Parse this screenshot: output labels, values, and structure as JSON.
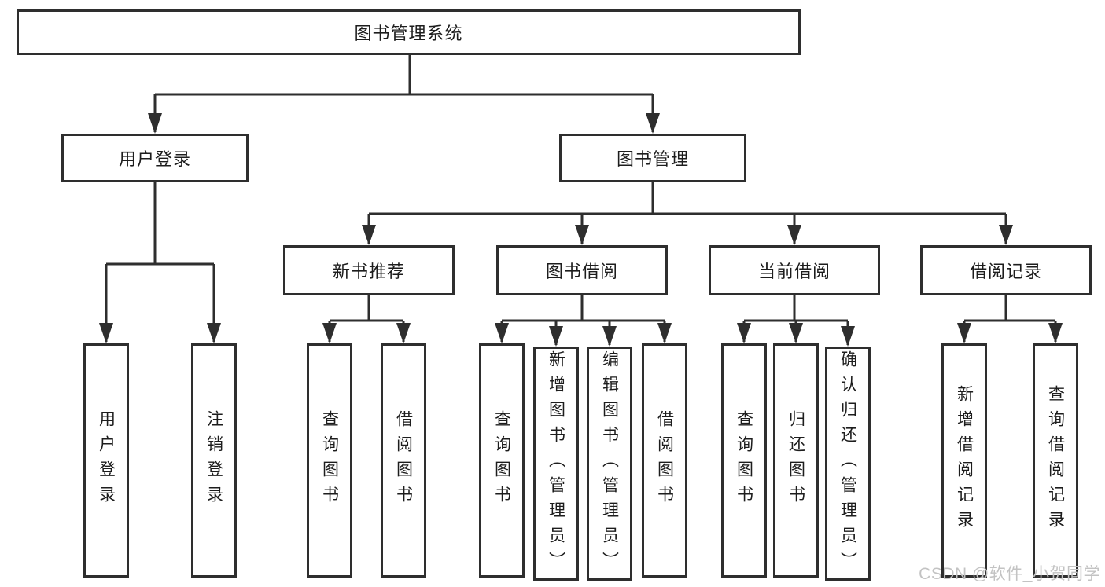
{
  "diagram": {
    "root": {
      "label": "图书管理系统"
    },
    "level2": [
      {
        "label": "用户登录"
      },
      {
        "label": "图书管理"
      }
    ],
    "level3": [
      {
        "label": "新书推荐"
      },
      {
        "label": "图书借阅"
      },
      {
        "label": "当前借阅"
      },
      {
        "label": "借阅记录"
      }
    ],
    "leaves": {
      "user_login": [
        {
          "label": "用户登录"
        },
        {
          "label": "注销登录"
        }
      ],
      "new_book_rec": [
        {
          "label": "查询图书"
        },
        {
          "label": "借阅图书"
        }
      ],
      "book_borrow": [
        {
          "label": "查询图书"
        },
        {
          "label": "新增图书（管理员）"
        },
        {
          "label": "编辑图书（管理员）"
        },
        {
          "label": "借阅图书"
        }
      ],
      "current_borrow": [
        {
          "label": "查询图书"
        },
        {
          "label": "归还图书"
        },
        {
          "label": "确认归还（管理员）"
        }
      ],
      "borrow_record": [
        {
          "label": "新增借阅记录"
        },
        {
          "label": "查询借阅记录"
        }
      ]
    }
  },
  "watermark": {
    "text": "CSDN @软件_小贺同学"
  },
  "colors": {
    "line": "#2e2e2e",
    "box_border": "#2e2e2e",
    "text": "#1d1d1d",
    "background": "#ffffff",
    "watermark": "#c3c3c3"
  }
}
